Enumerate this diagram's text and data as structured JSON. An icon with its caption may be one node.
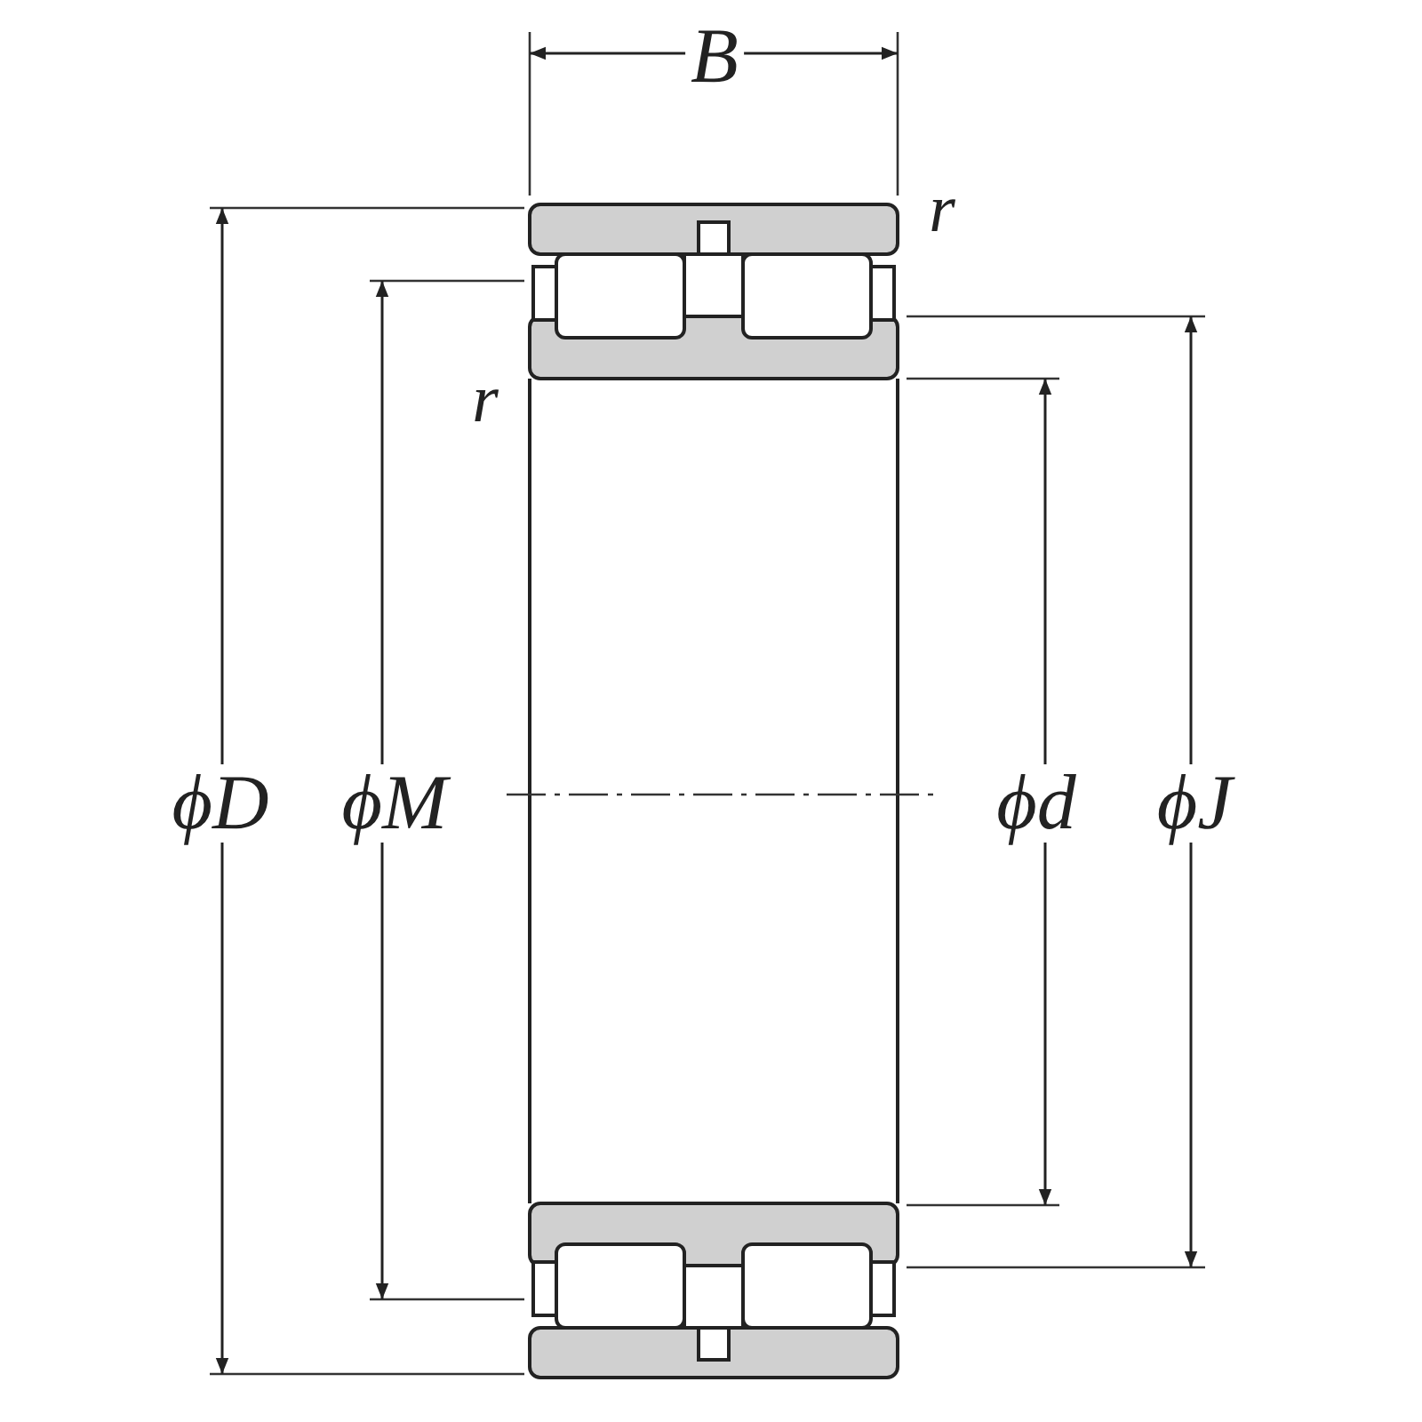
{
  "diagram": {
    "labels": [
      "B",
      "r",
      "r",
      "ϕD",
      "ϕM",
      "ϕd",
      "ϕJ"
    ]
  }
}
